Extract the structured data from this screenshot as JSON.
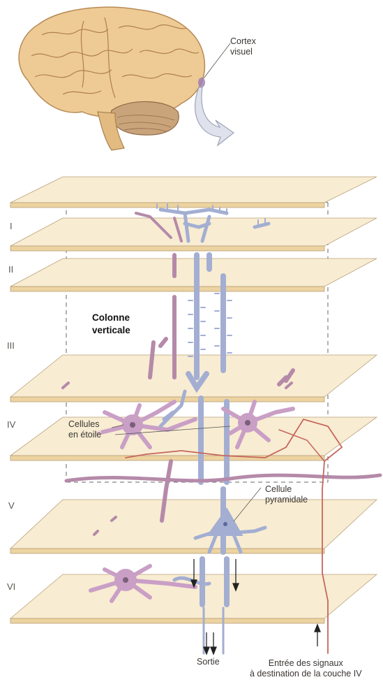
{
  "labels": {
    "cortex_visuel": [
      "Cortex",
      "visuel"
    ],
    "colonne_verticale": [
      "Colonne",
      "verticale"
    ],
    "cellules_en_etoile": [
      "Cellules",
      "en étoile"
    ],
    "cellule_pyramidale": [
      "Cellule",
      "pyramidale"
    ],
    "sortie": "Sortie",
    "entree": [
      "Entrée des signaux",
      "à destination de la couche IV"
    ]
  },
  "layers": [
    "I",
    "II",
    "III",
    "IV",
    "V",
    "VI"
  ],
  "colors": {
    "plate_fill": "#f6e6c2",
    "plate_edge": "#e8cf9a",
    "brain": "#eecb94",
    "neuron_purple": "#b58aa9",
    "neuron_blue": "#a3aed2",
    "neuron_pink": "#c99fc6",
    "axon_red": "#c7665c"
  }
}
